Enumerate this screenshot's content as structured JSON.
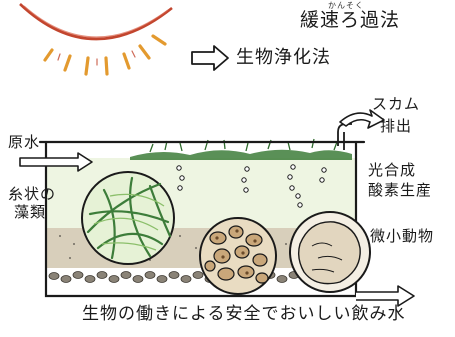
{
  "title": {
    "furigana": "かんそく",
    "main": "緩速ろ過法"
  },
  "subtitle": "生物浄化法",
  "labels": {
    "raw_water": "原水",
    "algae_line1": "糸状の",
    "algae_line2": "藻類",
    "scum_line1": "スカム",
    "scum_line2": "排出",
    "photo_line1": "光合成",
    "photo_line2": "酸素生産",
    "micro": "微小動物"
  },
  "caption": "生物の働きによる安全でおいしい飲み水",
  "colors": {
    "ink": "#1a1a1a",
    "sun": "#c2452e",
    "ray": "#e39a2f",
    "algae": "#3d7d3a",
    "algae_light": "#8bbf6a",
    "water": "#eef5e2",
    "sand": "#d8cfbb",
    "gravel": "#8a8377",
    "stone": "#c9a77a"
  },
  "icons": [
    "sun-icon",
    "outline-arrow-icon",
    "scum-arrow-icon",
    "inflow-arrow-icon",
    "outflow-arrow-icon"
  ]
}
